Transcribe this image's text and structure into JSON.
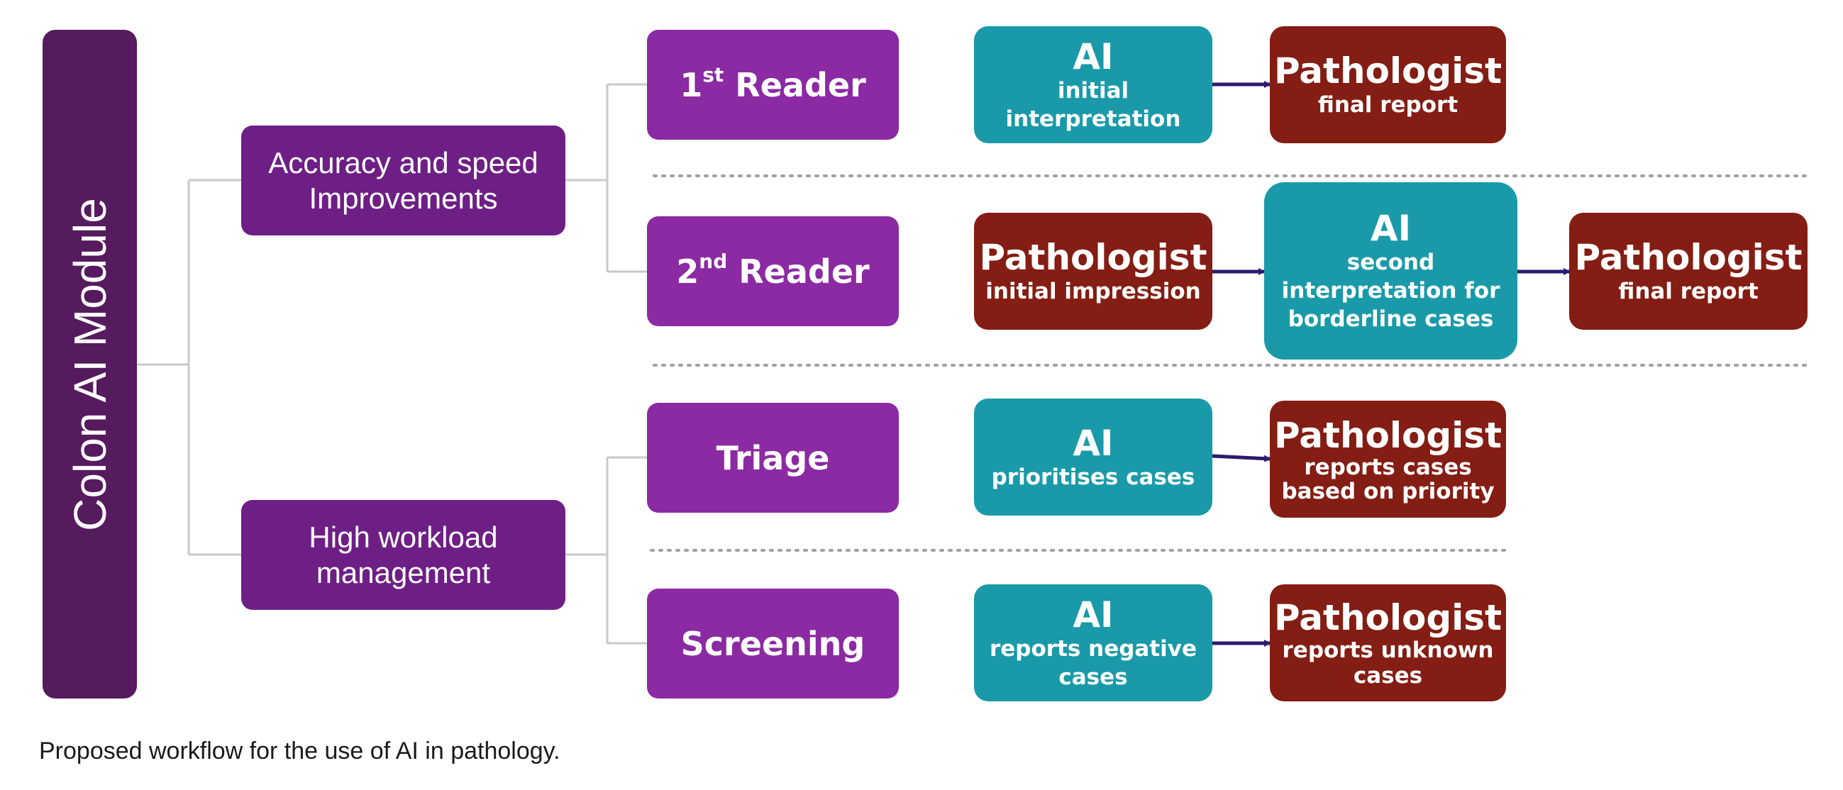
{
  "module": {
    "label": "Colon AI Module"
  },
  "categories": {
    "accuracy": {
      "line1": "Accuracy and speed",
      "line2": "Improvements"
    },
    "workload": {
      "line1": "High workload",
      "line2": "management"
    }
  },
  "roles": {
    "first_reader": {
      "number": "1",
      "suffix": "st",
      "label": "Reader"
    },
    "second_reader": {
      "number": "2",
      "suffix": "nd",
      "label": "Reader"
    },
    "triage": {
      "label": "Triage"
    },
    "screening": {
      "label": "Screening"
    }
  },
  "workflows": {
    "first_reader": {
      "ai": {
        "title": "AI",
        "line1": "initial",
        "line2": "interpretation"
      },
      "pathologist": {
        "title": "Pathologist",
        "line1": "final report"
      }
    },
    "second_reader": {
      "pathologist_initial": {
        "title": "Pathologist",
        "line1": "initial impression"
      },
      "ai": {
        "title": "AI",
        "line1": "second",
        "line2": "interpretation for",
        "line3": "borderline cases"
      },
      "pathologist_final": {
        "title": "Pathologist",
        "line1": "final report"
      }
    },
    "triage": {
      "ai": {
        "title": "AI",
        "line1": "prioritises cases"
      },
      "pathologist": {
        "title": "Pathologist",
        "line1": "reports cases",
        "line2": "based on priority"
      }
    },
    "screening": {
      "ai": {
        "title": "AI",
        "line1": "reports negative",
        "line2": "cases"
      },
      "pathologist": {
        "title": "Pathologist",
        "line1": "reports unknown",
        "line2": "cases"
      }
    }
  },
  "colors": {
    "module": "#561a5e",
    "category": "#6e1f85",
    "role": "#8b2aa3",
    "ai": "#1a9aa8",
    "pathologist": "#841d13",
    "arrow": "#2e1a6e",
    "connector": "#c8c8c8"
  },
  "caption": "Proposed workflow for the use of AI in pathology."
}
